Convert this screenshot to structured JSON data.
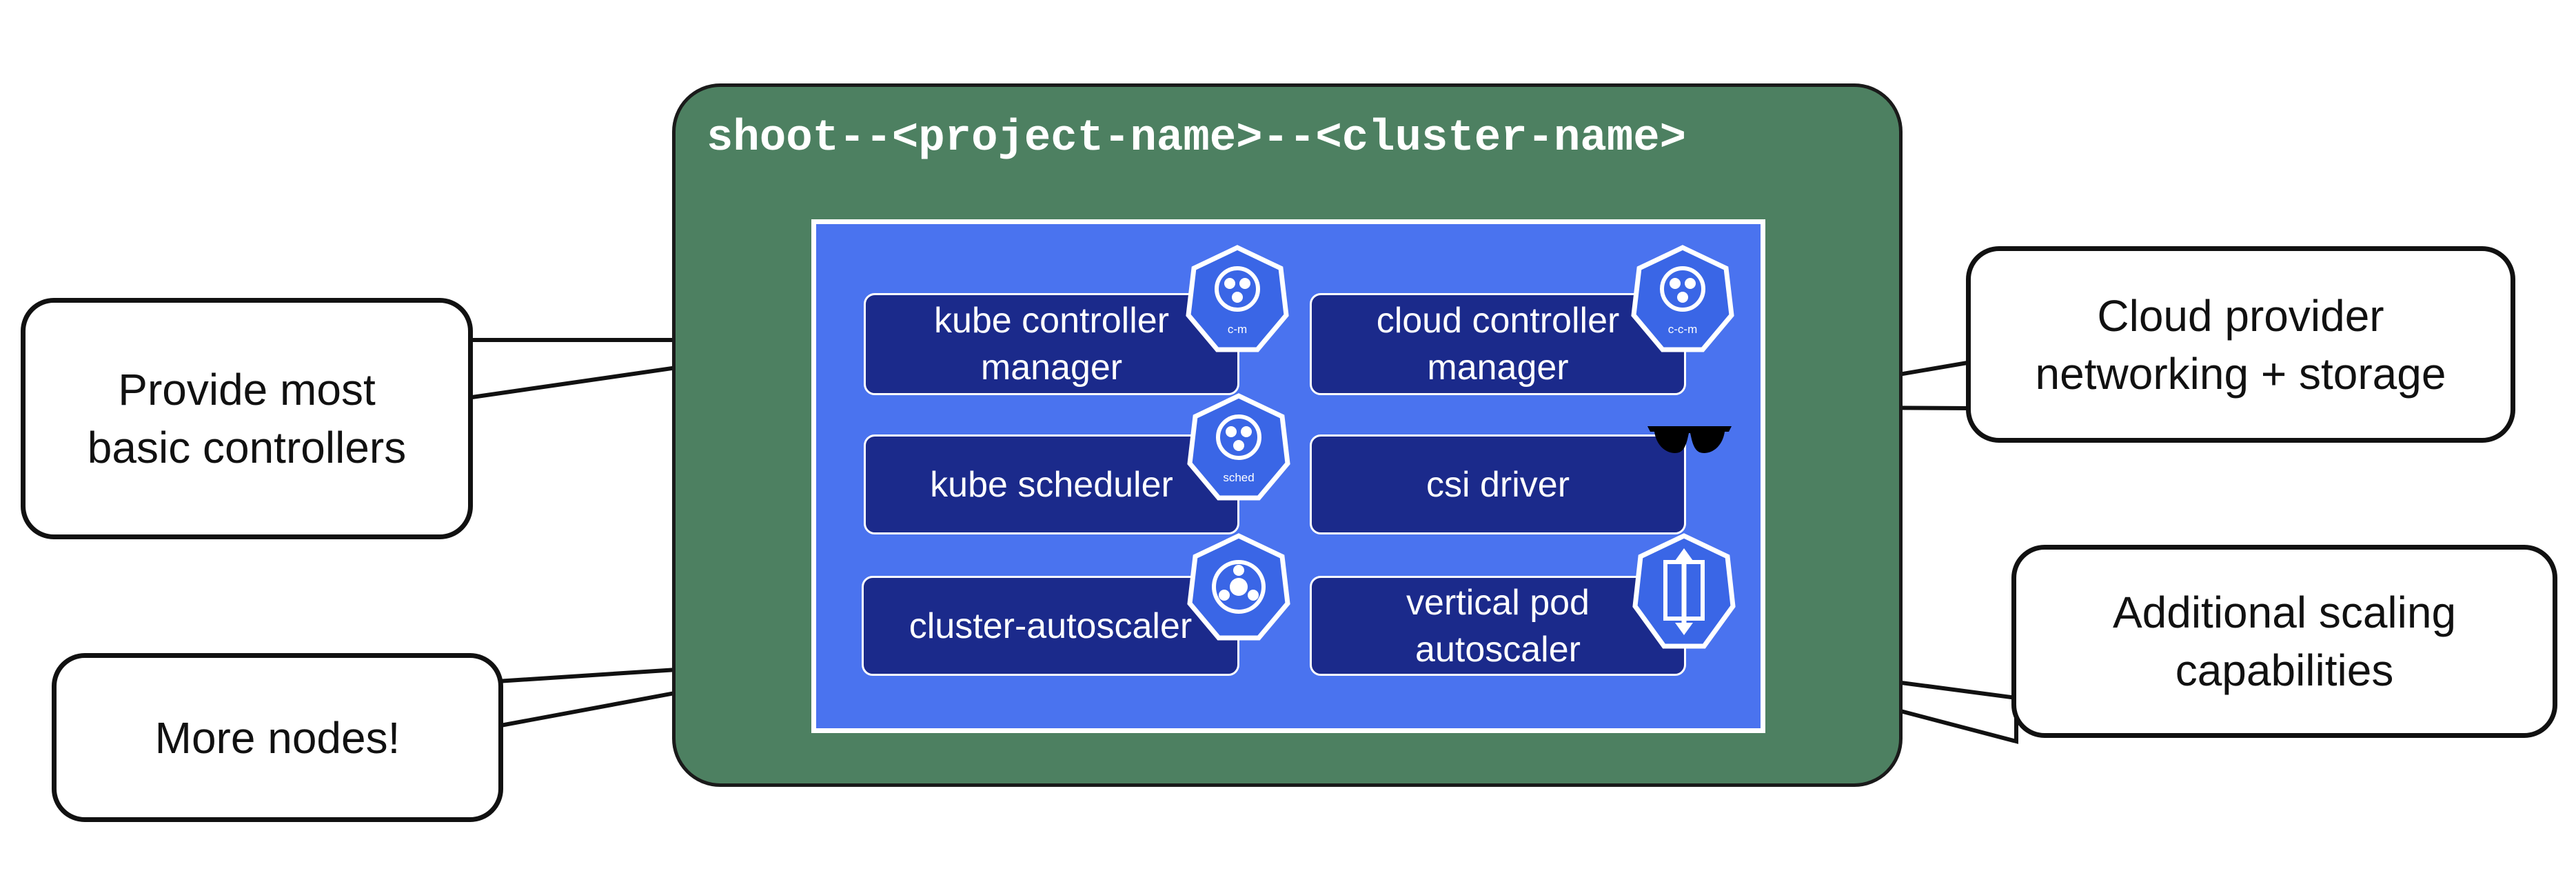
{
  "namespace": {
    "title": "shoot--<project-name>--<cluster-name>"
  },
  "components": {
    "kcm": {
      "label": "kube controller\nmanager",
      "icon": "kubernetes-controller-manager-icon",
      "icon_text": "c-m"
    },
    "ccm": {
      "label": "cloud controller\nmanager",
      "icon": "kubernetes-cloud-controller-manager-icon",
      "icon_text": "c-c-m"
    },
    "sched": {
      "label": "kube scheduler",
      "icon": "kubernetes-scheduler-icon",
      "icon_text": "sched"
    },
    "csi": {
      "label": "csi driver",
      "icon": "sunglasses-icon"
    },
    "ca": {
      "label": "cluster-autoscaler",
      "icon": "kubernetes-autoscaler-icon"
    },
    "vpa": {
      "label": "vertical pod\nautoscaler",
      "icon": "vertical-scaling-icon"
    }
  },
  "callouts": {
    "basic": "Provide most\nbasic controllers",
    "nodes": "More nodes!",
    "cloud": "Cloud provider\nnetworking + storage",
    "scaling": "Additional scaling\ncapabilities"
  },
  "colors": {
    "namespace_bg": "#4d8061",
    "panel_bg": "#4a73ef",
    "component_bg": "#1b2a8b",
    "icon_bg": "#3a66e6",
    "outline": "#111111"
  }
}
